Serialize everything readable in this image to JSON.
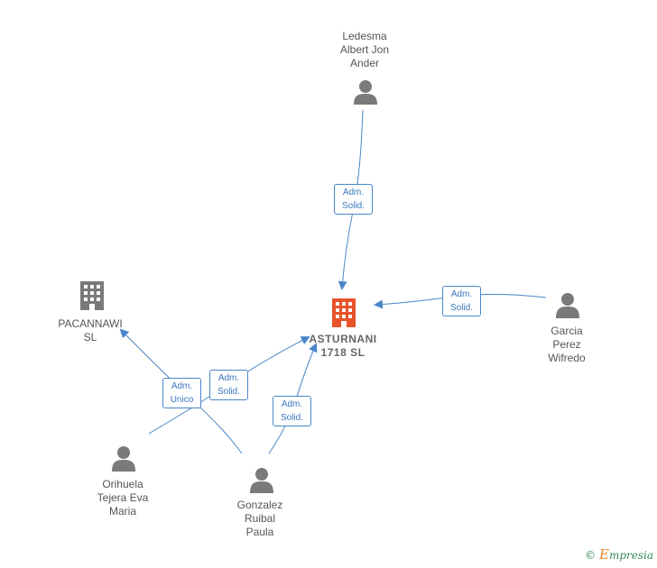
{
  "nodes": {
    "ledesma": {
      "label": "Ledesma\nAlbert Jon\nAnder",
      "type": "person"
    },
    "asturnani": {
      "label": "ASTURNANI\n1718  SL",
      "type": "company-main"
    },
    "pacannawi": {
      "label": "PACANNAWI\nSL",
      "type": "company"
    },
    "garcia": {
      "label": "Garcia\nPerez\nWifredo",
      "type": "person"
    },
    "orihuela": {
      "label": "Orihuela\nTejera Eva\nMaria",
      "type": "person"
    },
    "gonzalez": {
      "label": "Gonzalez\nRuibal\nPaula",
      "type": "person"
    }
  },
  "edges": {
    "ledesma_asturnani": "Adm.\nSolid.",
    "garcia_asturnani": "Adm.\nSolid.",
    "orihuela_asturnani": "Adm.\nSolid.",
    "gonzalez_asturnani": "Adm.\nSolid.",
    "pacannawi_unico": "Adm.\nUnico"
  },
  "colors": {
    "edge": "#4a86c8",
    "person_icon": "#7a7a7a",
    "company_icon": "#7a7a7a",
    "main_company_icon": "#e8532a"
  },
  "footer": {
    "copyright": "©",
    "brand_initial": "E",
    "brand_rest": "mpresia"
  }
}
